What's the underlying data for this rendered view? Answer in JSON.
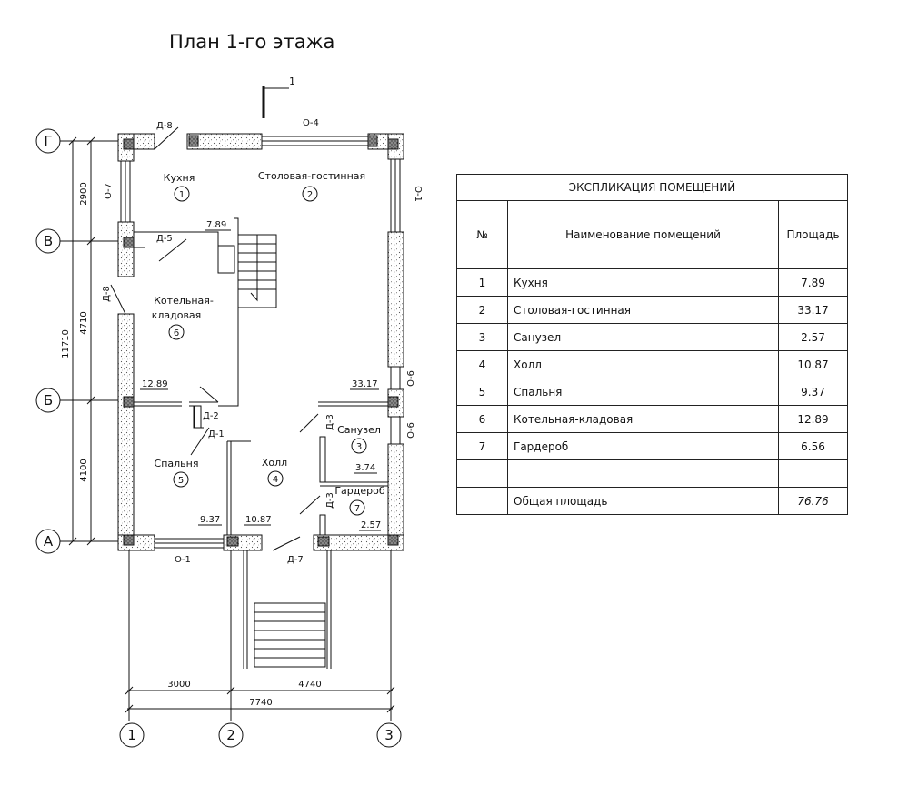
{
  "title": "План 1-го этажа",
  "section_mark": "1",
  "axes_rows": [
    "Г",
    "В",
    "Б",
    "А"
  ],
  "axes_cols": [
    "1",
    "2",
    "3"
  ],
  "dims_left": {
    "d1": "2900",
    "d2": "4710",
    "d3": "4100",
    "total": "11710"
  },
  "dims_bottom": {
    "d1": "3000",
    "d2": "4740",
    "total": "7740"
  },
  "openings": {
    "d8_top": "Д-8",
    "o4": "О-4",
    "o7": "О-7",
    "o1_right": "О-1",
    "d5": "Д-5",
    "d8_left": "Д-8",
    "o6a": "О-6",
    "o6b": "О-6",
    "d2": "Д-2",
    "d1": "Д-1",
    "d3a": "Д-3",
    "d3b": "Д-3",
    "o1_bottom": "О-1",
    "d7": "Д-7"
  },
  "plan_rooms": [
    {
      "name": "Кухня",
      "num": "1"
    },
    {
      "name": "Столовая-гостинная",
      "num": "2"
    },
    {
      "name_line1": "Котельная-",
      "name_line2": "кладовая",
      "num": "6"
    },
    {
      "name": "Спальня",
      "num": "5"
    },
    {
      "name": "Холл",
      "num": "4"
    },
    {
      "name": "Санузел",
      "num": "3"
    },
    {
      "name": "Гардероб",
      "num": "7"
    }
  ],
  "plan_areas": {
    "a_789": "7.89",
    "a_1289": "12.89",
    "a_3317": "33.17",
    "a_374": "3.74",
    "a_937": "9.37",
    "a_1087": "10.87",
    "a_257": "2.57"
  },
  "table": {
    "title": "ЭКСПЛИКАЦИЯ ПОМЕЩЕНИЙ",
    "col_no": "№",
    "col_name": "Наименование помещений",
    "col_area": "Площадь",
    "rows": [
      {
        "no": "1",
        "name": "Кухня",
        "area": "7.89"
      },
      {
        "no": "2",
        "name": "Столовая-гостинная",
        "area": "33.17"
      },
      {
        "no": "3",
        "name": "Санузел",
        "area": "2.57"
      },
      {
        "no": "4",
        "name": "Холл",
        "area": "10.87"
      },
      {
        "no": "5",
        "name": "Спальня",
        "area": "9.37"
      },
      {
        "no": "6",
        "name": "Котельная-кладовая",
        "area": "12.89"
      },
      {
        "no": "7",
        "name": "Гардероб",
        "area": "6.56"
      }
    ],
    "total_label": "Общая площадь",
    "total_value": "76.76"
  }
}
